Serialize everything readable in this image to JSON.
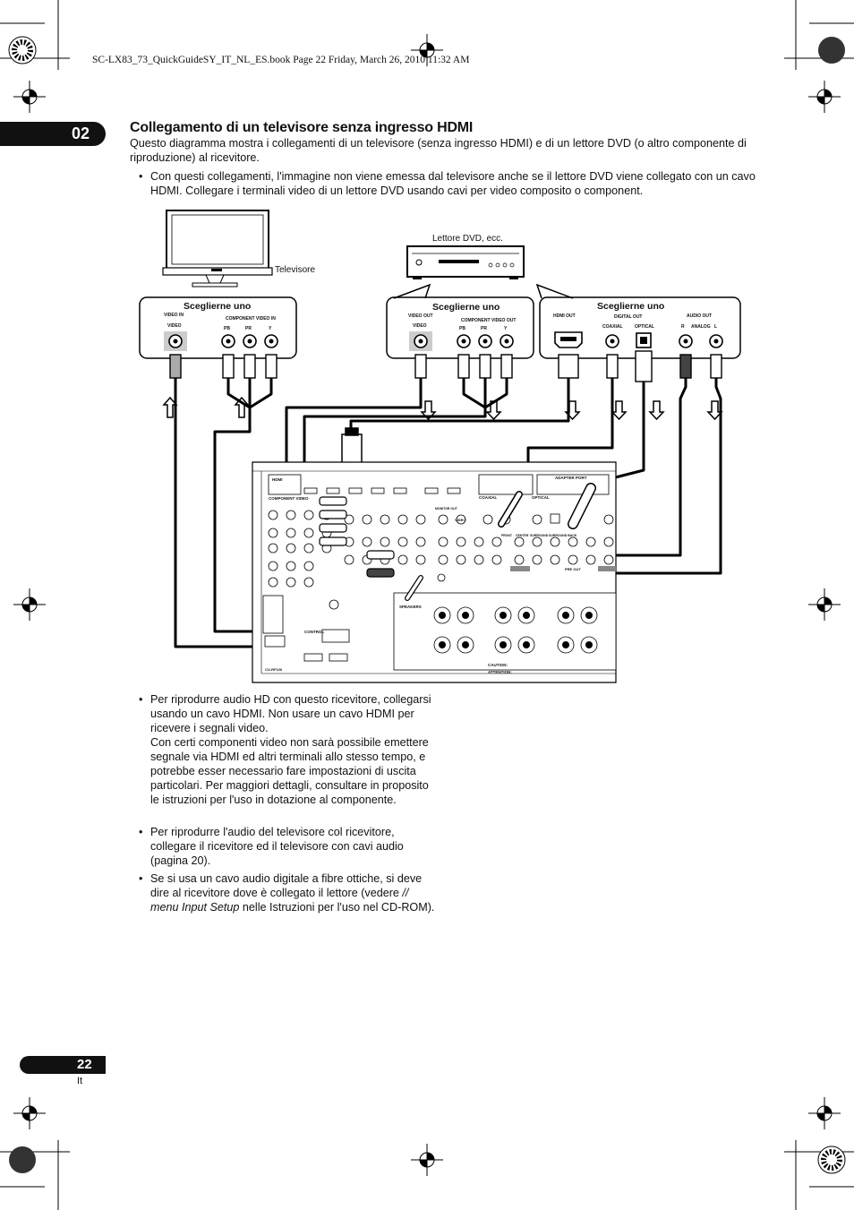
{
  "header": {
    "file_line": "SC-LX83_73_QuickGuideSY_IT_NL_ES.book  Page 22  Friday, March 26, 2010  11:32 AM"
  },
  "chapter": {
    "number": "02"
  },
  "section": {
    "title": "Collegamento di un televisore senza ingresso HDMI",
    "intro": "Questo diagramma mostra i collegamenti di un televisore (senza ingresso HDMI) e di un lettore DVD (o altro componente di riproduzione) al ricevitore.",
    "top_bullet": "Con questi collegamenti, l'immagine non viene emessa dal televisore anche se il lettore DVD viene collegato con un cavo HDMI. Collegare i terminali video di un lettore DVD usando cavi per video composito o component."
  },
  "diagram": {
    "tv_label": "Televisore",
    "dvd_label": "Lettore DVD, ecc.",
    "choose_label": "Sceglierne uno",
    "tv_panel": {
      "video_in": "VIDEO IN",
      "video": "VIDEO",
      "component_in": "COMPONENT VIDEO IN",
      "pb": "PB",
      "pr": "PR",
      "y": "Y"
    },
    "dvd_video_panel": {
      "video_out": "VIDEO OUT",
      "video": "VIDEO",
      "component_out": "COMPONENT VIDEO OUT",
      "pb": "PB",
      "pr": "PR",
      "y": "Y"
    },
    "dvd_audio_panel": {
      "hdmi_out": "HDMI OUT",
      "digital_out": "DIGITAL OUT",
      "coaxial": "COAXIAL",
      "optical": "OPTICAL",
      "audio_out": "AUDIO OUT",
      "r": "R",
      "analog": "ANALOG",
      "l": "L"
    },
    "receiver": {
      "hdmi": "HDMI",
      "component_video": "COMPONENT VIDEO",
      "coaxial": "COAXIAL",
      "optical": "OPTICAL",
      "adapter_port": "ADAPTER PORT",
      "monitor_out": "MONITOR OUT",
      "video": "VIDEO",
      "speakers": "SPEAKERS",
      "control": "CONTROL",
      "caution": "CAUTION:",
      "attention": "ATTENTION:",
      "cu": "CU-RF100",
      "pre_out": "PRE OUT",
      "front": "FRONT",
      "center": "CENTER",
      "surround": "SURROUND",
      "surround_back": "SURROUND BACK"
    }
  },
  "bullets": [
    {
      "text": "Per riprodurre audio HD con questo ricevitore, collegarsi usando un cavo HDMI. Non usare un cavo HDMI per ricevere i segnali video."
    },
    {
      "text": "Con certi componenti video non sarà possibile emettere segnale via HDMI ed altri terminali allo stesso tempo, e potrebbe esser necessario fare impostazioni di uscita particolari. Per maggiori dettagli, consultare in proposito le istruzioni per l'uso in dotazione al componente."
    },
    {
      "text": "Per riprodurre l'audio del televisore col ricevitore, collegare il ricevitore ed il televisore con cavi audio (pagina  20)."
    },
    {
      "text_before": "Se si usa un cavo audio digitale a fibre ottiche, si deve dire al ricevitore dove è collegato il lettore (vedere ",
      "text_italic": "// menu Input Setup",
      "text_after": " nelle Istruzioni per l'uso nel CD-ROM)."
    }
  ],
  "footer": {
    "page": "22",
    "lang": "It"
  }
}
